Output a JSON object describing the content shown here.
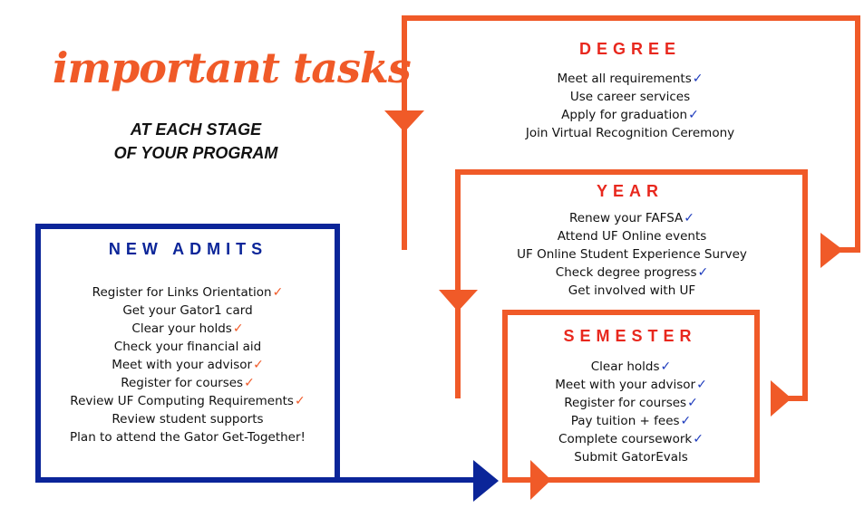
{
  "header": {
    "title": "important tasks",
    "subtitle_line1": "AT EACH STAGE",
    "subtitle_line2": "OF YOUR PROGRAM"
  },
  "colors": {
    "orange": "#f05a28",
    "navy": "#0b2599",
    "check_blue": "#1d3bbd",
    "red_title": "#e8281e"
  },
  "new_admits": {
    "title": "NEW ADMITS",
    "tasks": [
      {
        "label": "Register for Links Orientation",
        "checked": true
      },
      {
        "label": "Get your Gator1 card",
        "checked": false
      },
      {
        "label": "Clear your holds",
        "checked": true
      },
      {
        "label": "Check your financial aid",
        "checked": false
      },
      {
        "label": "Meet with your advisor",
        "checked": true
      },
      {
        "label": "Register for courses",
        "checked": true
      },
      {
        "label": "Review UF Computing Requirements",
        "checked": true
      },
      {
        "label": "Review student supports",
        "checked": false
      },
      {
        "label": "Plan to attend the Gator Get-Together!",
        "checked": false
      }
    ]
  },
  "degree": {
    "title": "DEGREE",
    "tasks": [
      {
        "label": "Meet all requirements",
        "checked": true
      },
      {
        "label": "Use career services",
        "checked": false
      },
      {
        "label": "Apply for graduation",
        "checked": true
      },
      {
        "label": "Join Virtual Recognition Ceremony",
        "checked": false
      }
    ]
  },
  "year": {
    "title": "YEAR",
    "tasks": [
      {
        "label": "Renew your FAFSA",
        "checked": true
      },
      {
        "label": "Attend UF Online events",
        "checked": false
      },
      {
        "label": "UF Online Student Experience Survey",
        "checked": false
      },
      {
        "label": "Check degree progress",
        "checked": true
      },
      {
        "label": "Get involved with UF",
        "checked": false
      }
    ]
  },
  "semester": {
    "title": "SEMESTER",
    "tasks": [
      {
        "label": "Clear holds",
        "checked": true
      },
      {
        "label": "Meet with your advisor",
        "checked": true
      },
      {
        "label": "Register for courses",
        "checked": true
      },
      {
        "label": "Pay tuition + fees",
        "checked": true
      },
      {
        "label": "Complete coursework",
        "checked": true
      },
      {
        "label": "Submit GatorEvals",
        "checked": false
      }
    ]
  }
}
